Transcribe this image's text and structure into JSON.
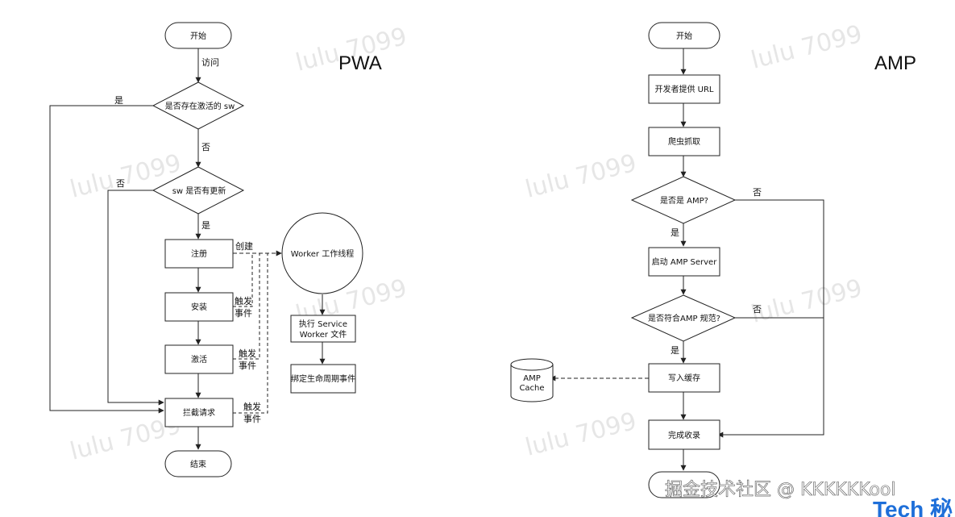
{
  "titles": {
    "pwa": "PWA",
    "amp": "AMP"
  },
  "watermark": "lulu 7099",
  "footer": {
    "watermark": "掘金技术社区 @ KKKKKKool",
    "tech": "Tech 秘"
  },
  "pwa": {
    "start": "开始",
    "visit_label": "访问",
    "decision_active_sw": "是否存在激活的 sw",
    "yes1": "是",
    "no1": "否",
    "decision_update": "sw 是否有更新",
    "no2": "否",
    "yes2": "是",
    "register": "注册",
    "create_label": "创建",
    "install": "安装",
    "trigger1_a": "触发",
    "trigger1_b": "事件",
    "activate": "激活",
    "trigger2_a": "触发",
    "trigger2_b": "事件",
    "intercept": "拦截请求",
    "trigger3_a": "触发",
    "trigger3_b": "事件",
    "end": "结束",
    "worker_thread": "Worker 工作线程",
    "execute_line1": "执行 Service",
    "execute_line2": "Worker 文件",
    "bind_lifecycle": "绑定生命周期事件"
  },
  "amp": {
    "start": "开始",
    "provide_url": "开发者提供 URL",
    "crawl": "爬虫抓取",
    "is_amp": "是否是 AMP?",
    "no1": "否",
    "yes1": "是",
    "start_server": "启动 AMP Server",
    "conforms": "是否符合AMP 规范?",
    "no2": "否",
    "yes2": "是",
    "write_cache": "写入缓存",
    "cache_line1": "AMP",
    "cache_line2": "Cache",
    "complete": "完成收录"
  }
}
